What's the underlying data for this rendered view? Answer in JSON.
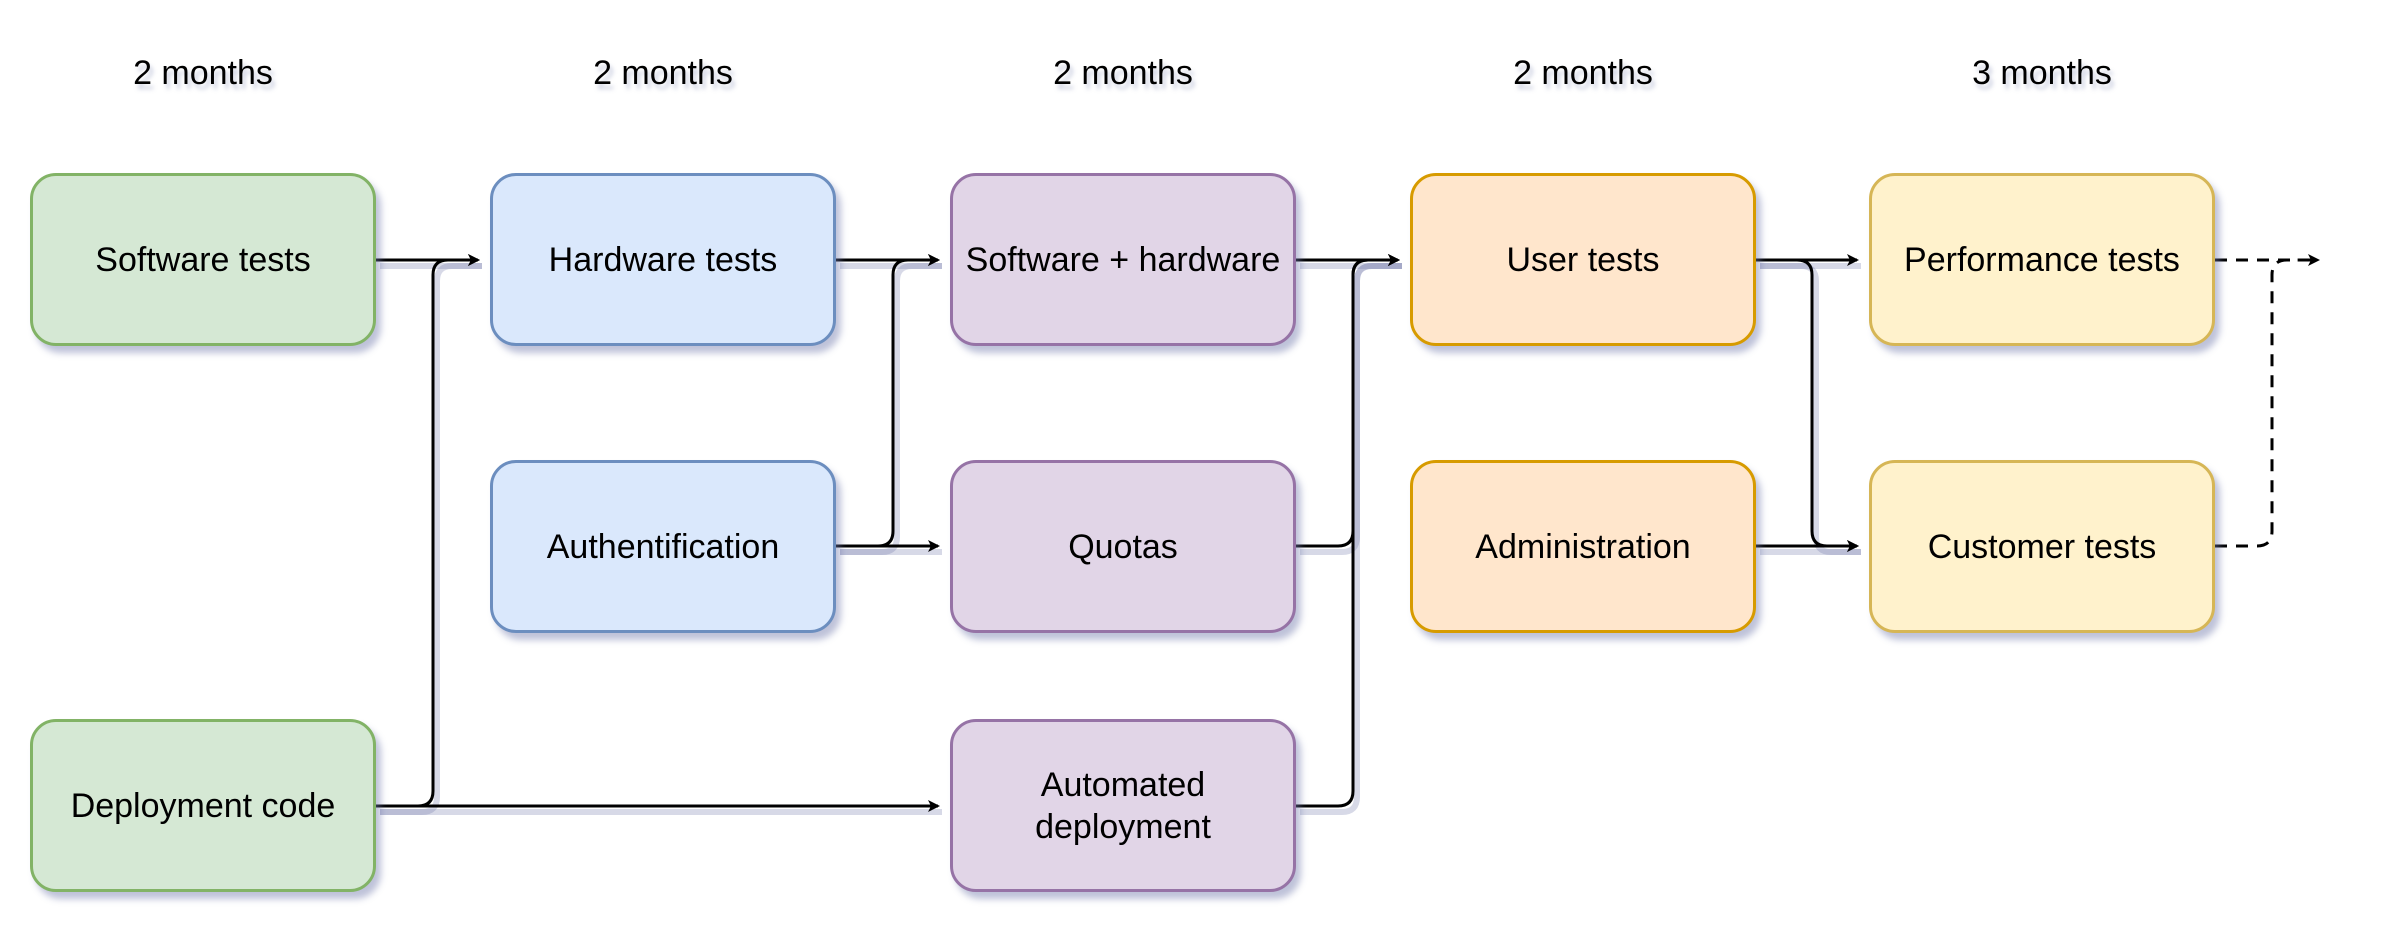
{
  "diagram": {
    "phases": [
      {
        "label": "2 months"
      },
      {
        "label": "2 months"
      },
      {
        "label": "2 months"
      },
      {
        "label": "2 months"
      },
      {
        "label": "3 months"
      }
    ],
    "colors": {
      "green": {
        "fill": "#d5e8d4",
        "stroke": "#82b366"
      },
      "blue": {
        "fill": "#dae8fc",
        "stroke": "#6c8ebf"
      },
      "purple": {
        "fill": "#e1d5e7",
        "stroke": "#9673a6"
      },
      "orange": {
        "fill": "#ffe6cc",
        "stroke": "#d79b00"
      },
      "yellow": {
        "fill": "#fff2cc",
        "stroke": "#d6b656"
      }
    },
    "nodes": {
      "software_tests": {
        "label": "Software tests",
        "phase": 1,
        "color": "green"
      },
      "deployment_code": {
        "label": "Deployment code",
        "phase": 1,
        "color": "green"
      },
      "hardware_tests": {
        "label": "Hardware tests",
        "phase": 2,
        "color": "blue"
      },
      "authentification": {
        "label": "Authentification",
        "phase": 2,
        "color": "blue"
      },
      "software_hardware": {
        "label": "Software + hardware",
        "phase": 3,
        "color": "purple"
      },
      "quotas": {
        "label": "Quotas",
        "phase": 3,
        "color": "purple"
      },
      "automated_deployment": {
        "label": "Automated deployment",
        "phase": 3,
        "color": "purple"
      },
      "user_tests": {
        "label": "User tests",
        "phase": 4,
        "color": "orange"
      },
      "administration": {
        "label": "Administration",
        "phase": 4,
        "color": "orange"
      },
      "performance_tests": {
        "label": "Performance tests",
        "phase": 5,
        "color": "yellow"
      },
      "customer_tests": {
        "label": "Customer tests",
        "phase": 5,
        "color": "yellow"
      }
    },
    "edges": [
      {
        "from": "software_tests",
        "to": "hardware_tests",
        "style": "solid"
      },
      {
        "from": "deployment_code",
        "to": "hardware_tests",
        "style": "solid"
      },
      {
        "from": "deployment_code",
        "to": "automated_deployment",
        "style": "solid"
      },
      {
        "from": "hardware_tests",
        "to": "software_hardware",
        "style": "solid"
      },
      {
        "from": "authentification",
        "to": "software_hardware",
        "style": "solid"
      },
      {
        "from": "authentification",
        "to": "quotas",
        "style": "solid"
      },
      {
        "from": "software_hardware",
        "to": "user_tests",
        "style": "solid"
      },
      {
        "from": "quotas",
        "to": "user_tests",
        "style": "solid"
      },
      {
        "from": "automated_deployment",
        "to": "user_tests",
        "style": "solid"
      },
      {
        "from": "user_tests",
        "to": "performance_tests",
        "style": "solid"
      },
      {
        "from": "user_tests",
        "to": "customer_tests",
        "style": "solid"
      },
      {
        "from": "administration",
        "to": "customer_tests",
        "style": "solid"
      },
      {
        "from": "performance_tests",
        "to": "next",
        "style": "dashed"
      },
      {
        "from": "customer_tests",
        "to": "next",
        "style": "dashed"
      }
    ]
  }
}
